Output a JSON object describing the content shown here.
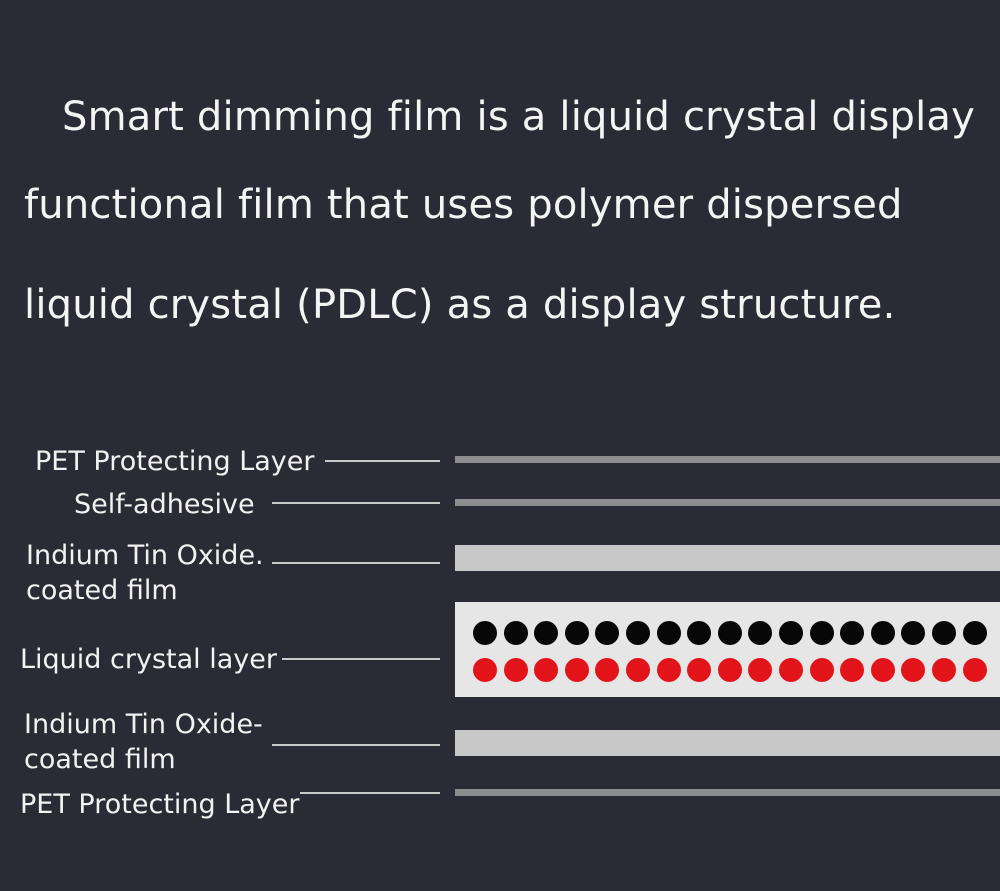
{
  "intro": {
    "line1": "Smart dimming film is a liquid crystal display",
    "line2": "functional film that uses polymer dispersed",
    "line3": "liquid crystal (PDLC) as a display structure."
  },
  "layers": {
    "pet_top": "PET Protecting Layer",
    "self_adhesive": "Self-adhesive",
    "ito_top": "Indium Tin Oxide.\ncoated film",
    "liquid_crystal": "Liquid crystal layer",
    "ito_bottom": "Indium Tin Oxide-\ncoated film",
    "pet_bottom": "PET Protecting Layer"
  },
  "colors": {
    "background": "#2b2b35",
    "particle_top": "#070707",
    "particle_bottom": "#e3131a",
    "liquid_crystal_fill": "#e6e6e6"
  },
  "particles": {
    "per_row": 17
  }
}
